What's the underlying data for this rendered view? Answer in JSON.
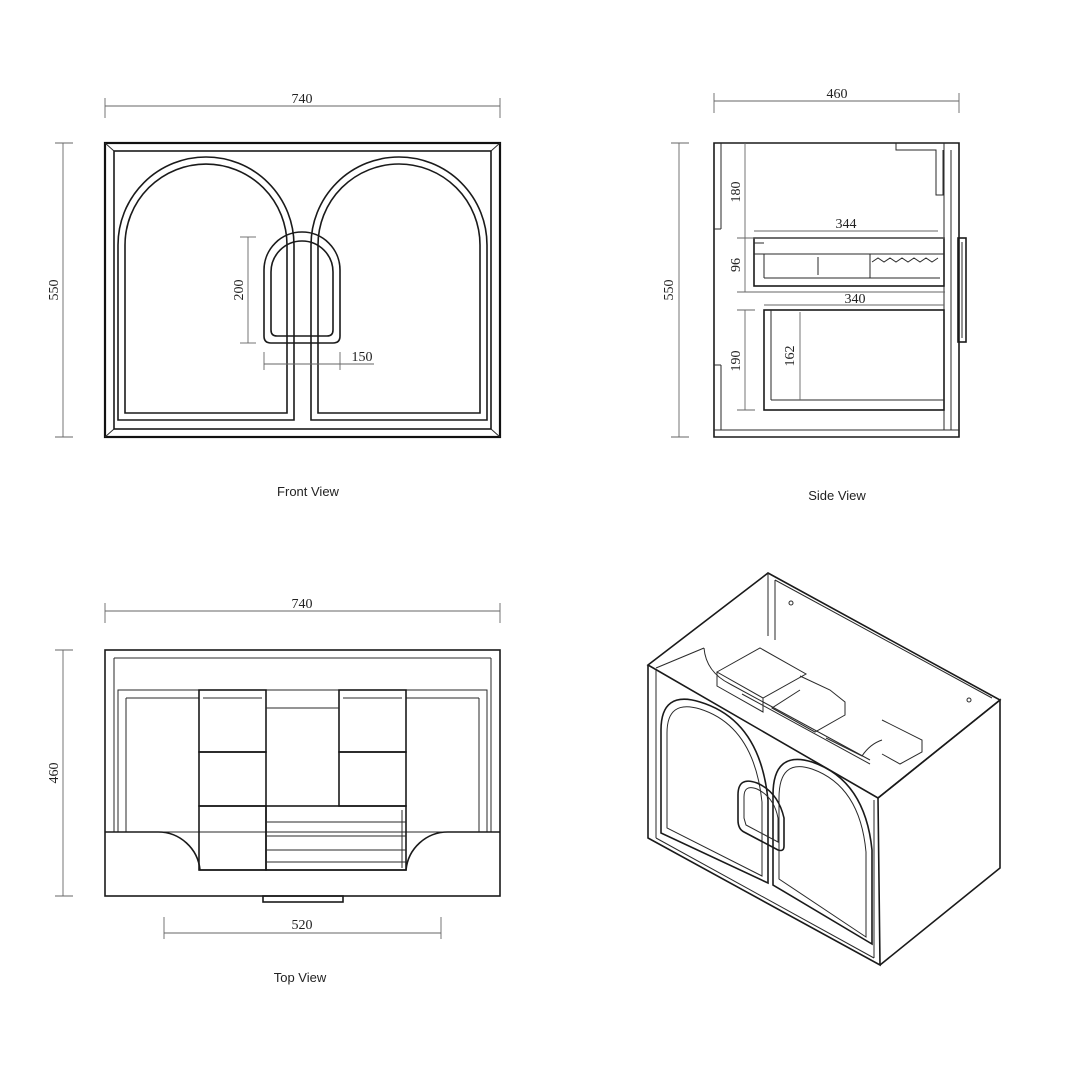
{
  "views": {
    "front": {
      "caption": "Front View",
      "width": "740",
      "height": "550",
      "handle_height": "200",
      "handle_width": "150"
    },
    "side": {
      "caption": "Side View",
      "depth": "460",
      "height": "550",
      "top_gap": "180",
      "drawer_height": "96",
      "drawer_depth_top": "344",
      "drawer_depth_bottom": "340",
      "bottom_gap": "190",
      "lower_shelf": "162"
    },
    "top": {
      "caption": "Top View",
      "width": "740",
      "depth": "460",
      "inner_width": "520"
    }
  }
}
